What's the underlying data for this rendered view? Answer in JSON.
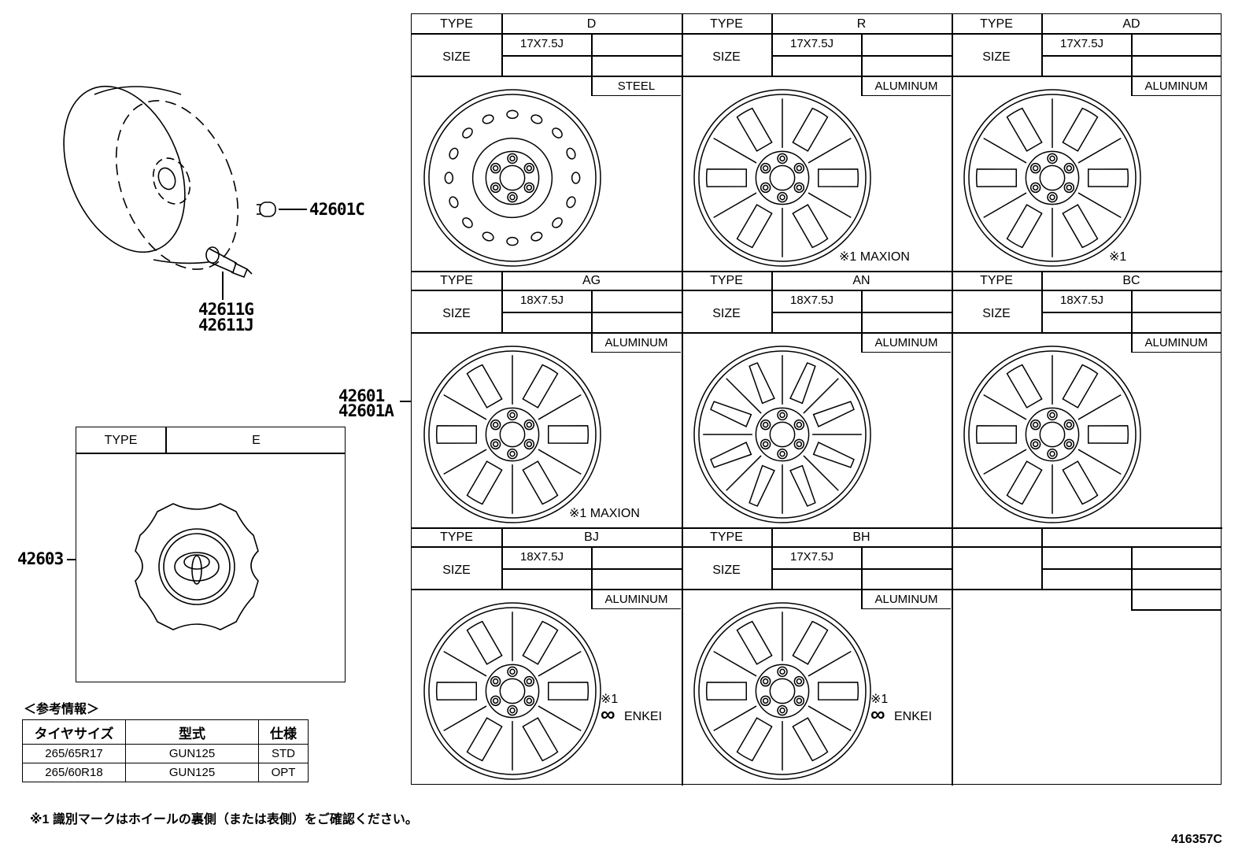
{
  "parts": {
    "valve_cap": "42601C",
    "valve_a": "42611G",
    "valve_b": "42611J",
    "wheel_a": "42601",
    "wheel_b": "42601A",
    "center_cap": "42603"
  },
  "labels": {
    "type": "TYPE",
    "size": "SIZE"
  },
  "wheels": [
    {
      "type": "D",
      "size": "17X7.5J",
      "material": "STEEL",
      "note": ""
    },
    {
      "type": "R",
      "size": "17X7.5J",
      "material": "ALUMINUM",
      "note": "※1 MAXION"
    },
    {
      "type": "AD",
      "size": "17X7.5J",
      "material": "ALUMINUM",
      "note": "※1"
    },
    {
      "type": "AG",
      "size": "18X7.5J",
      "material": "ALUMINUM",
      "note": "※1 MAXION"
    },
    {
      "type": "AN",
      "size": "18X7.5J",
      "material": "ALUMINUM",
      "note": ""
    },
    {
      "type": "BC",
      "size": "18X7.5J",
      "material": "ALUMINUM",
      "note": ""
    },
    {
      "type": "BJ",
      "size": "18X7.5J",
      "material": "ALUMINUM",
      "note_mark": "※1",
      "note": "ENKEI"
    },
    {
      "type": "BH",
      "size": "17X7.5J",
      "material": "ALUMINUM",
      "note_mark": "※1",
      "note": "ENKEI"
    }
  ],
  "cap_table": {
    "type_label": "TYPE",
    "type_value": "E"
  },
  "reference": {
    "heading": "＜参考情報＞",
    "columns": [
      "タイヤサイズ",
      "型式",
      "仕様"
    ],
    "rows": [
      [
        "265/65R17",
        "GUN125",
        "STD"
      ],
      [
        "265/60R18",
        "GUN125",
        "OPT"
      ]
    ]
  },
  "footnote": "※1 識別マークはホイールの裏側（または表側）をご確認ください。",
  "figure_id": "416357C"
}
